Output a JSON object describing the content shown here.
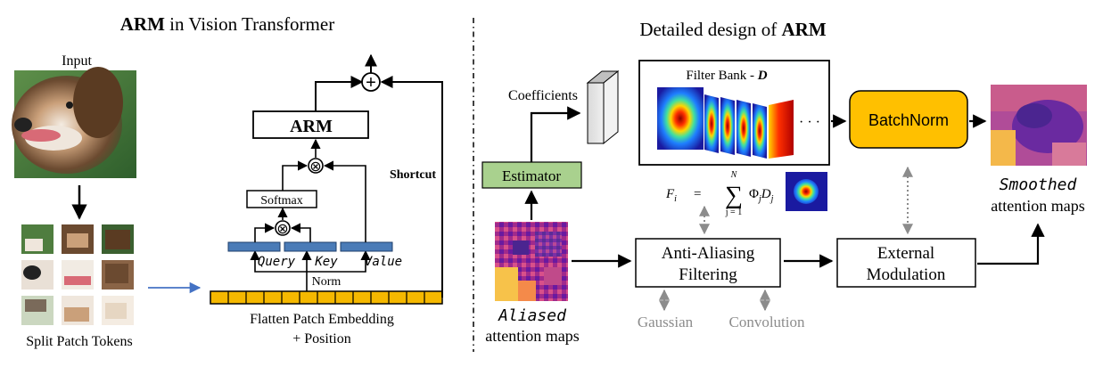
{
  "left_panel": {
    "title_bold": "ARM",
    "title_rest": " in Vision Transformer",
    "input_label": "Input",
    "split_label": "Split Patch Tokens",
    "arm_block": "ARM",
    "softmax": "Softmax",
    "query": "Query",
    "key": "Key",
    "value": "Value",
    "norm": "Norm",
    "shortcut": "Shortcut",
    "embed_line1": "Flatten Patch Embedding",
    "embed_line2": "+ Position",
    "plus_symbol": "+",
    "times_symbol": "⊗"
  },
  "right_panel": {
    "title_rest": "Detailed design of ",
    "title_bold": "ARM",
    "coefficients": "Coefficients",
    "estimator": "Estimator",
    "filter_bank": "Filter Bank - ",
    "filter_bank_symbol": "D",
    "ellipsis": "· · ·",
    "batchnorm": "BatchNorm",
    "formula_lhs": "F",
    "formula_lhs_sub": "i",
    "formula_eq": "=",
    "formula_sum_top": "N",
    "formula_sum_bottom": "j = 1",
    "formula_body": "Φ",
    "formula_body_sub": "j",
    "formula_body2": "D",
    "formula_body2_sub": "j",
    "aa_line1": "Anti-Aliasing",
    "aa_line2": "Filtering",
    "em_line1": "External",
    "em_line2": "Modulation",
    "gaussian": "Gaussian",
    "convolution": "Convolution",
    "aliased_word": "Aliased",
    "aliased_rest": "attention maps",
    "smoothed_word": "Smoothed",
    "smoothed_rest": "attention maps"
  },
  "colors": {
    "token_fill": "#f5b800",
    "qkv_fill": "#4a7bb7",
    "estimator_fill": "#a9d18e",
    "batchnorm_fill": "#ffc000",
    "arrow_blue": "#4472c4",
    "gray": "#8c8c8c"
  }
}
